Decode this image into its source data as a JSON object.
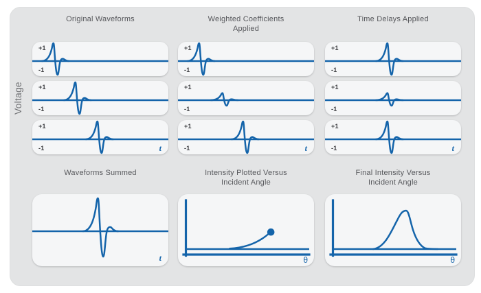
{
  "labels": {
    "voltage": "Voltage",
    "plus": "+1",
    "minus": "-1",
    "t": "t",
    "theta": "θ"
  },
  "colors": {
    "blue": "#1464aa",
    "board_bg": "#e3e4e5",
    "panel_bg": "#f5f6f7",
    "title_text": "#57585c"
  },
  "chart_data": {
    "type": "diagram",
    "description": "Beamforming signal-processing chain: three voltage waveforms are weighted, time-aligned, summed, and plotted as intensity versus incident angle",
    "ylabel": "Voltage",
    "time_axis_label": "t",
    "angle_axis_label": "θ",
    "voltage_scale": [
      "+1",
      "-1"
    ],
    "columns": [
      {
        "title_line1": "Original Waveforms",
        "title_line2": "",
        "panels": [
          {
            "position": 0.177,
            "amplitude": 1.0
          },
          {
            "position": 0.338,
            "amplitude": 1.0
          },
          {
            "position": 0.5,
            "amplitude": 1.0
          }
        ]
      },
      {
        "title_line1": "Weighted Coefficients",
        "title_line2": "Applied",
        "panels": [
          {
            "position": 0.177,
            "amplitude": 1.0
          },
          {
            "position": 0.348,
            "amplitude": 0.4
          },
          {
            "position": 0.5,
            "amplitude": 1.0
          }
        ]
      },
      {
        "title_line1": "Time Delays Applied",
        "title_line2": "",
        "panels": [
          {
            "position": 0.48,
            "amplitude": 1.0
          },
          {
            "position": 0.48,
            "amplitude": 0.4
          },
          {
            "position": 0.48,
            "amplitude": 1.0
          }
        ]
      }
    ],
    "bottom": {
      "summed": {
        "title_line1": "Waveforms Summed",
        "title_line2": "",
        "position": 0.51,
        "amplitude": 1.85
      },
      "partial": {
        "title_line1": "Intensity Plotted Versus",
        "title_line2": "Incident Angle",
        "curve_start": 0.38,
        "curve_end": 0.67,
        "rise": 23,
        "end_dot": true
      },
      "final": {
        "title_line1": "Final Intensity Versus",
        "title_line2": "Incident Angle",
        "peak_center": 0.596,
        "peak_height": 56
      }
    }
  }
}
